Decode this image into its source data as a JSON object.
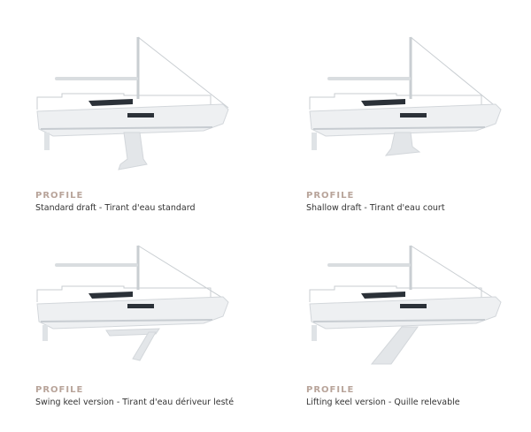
{
  "colors": {
    "label_accent": "#b8a49a",
    "hull": "#eef0f2",
    "hull_shadow": "#c7ccd1",
    "mast": "#c9ced2",
    "keel": "#e3e6e9",
    "deck_dark": "#2b3138"
  },
  "profiles": [
    {
      "title": "PROFILE",
      "description": "Standard draft - Tirant d'eau standard",
      "keel": "standard"
    },
    {
      "title": "PROFILE",
      "description": "Shallow draft - Tirant d'eau court",
      "keel": "shallow"
    },
    {
      "title": "PROFILE",
      "description": "Swing keel version - Tirant d'eau dériveur lesté",
      "keel": "swing"
    },
    {
      "title": "PROFILE",
      "description": "Lifting keel version - Quille relevable",
      "keel": "lifting"
    }
  ]
}
